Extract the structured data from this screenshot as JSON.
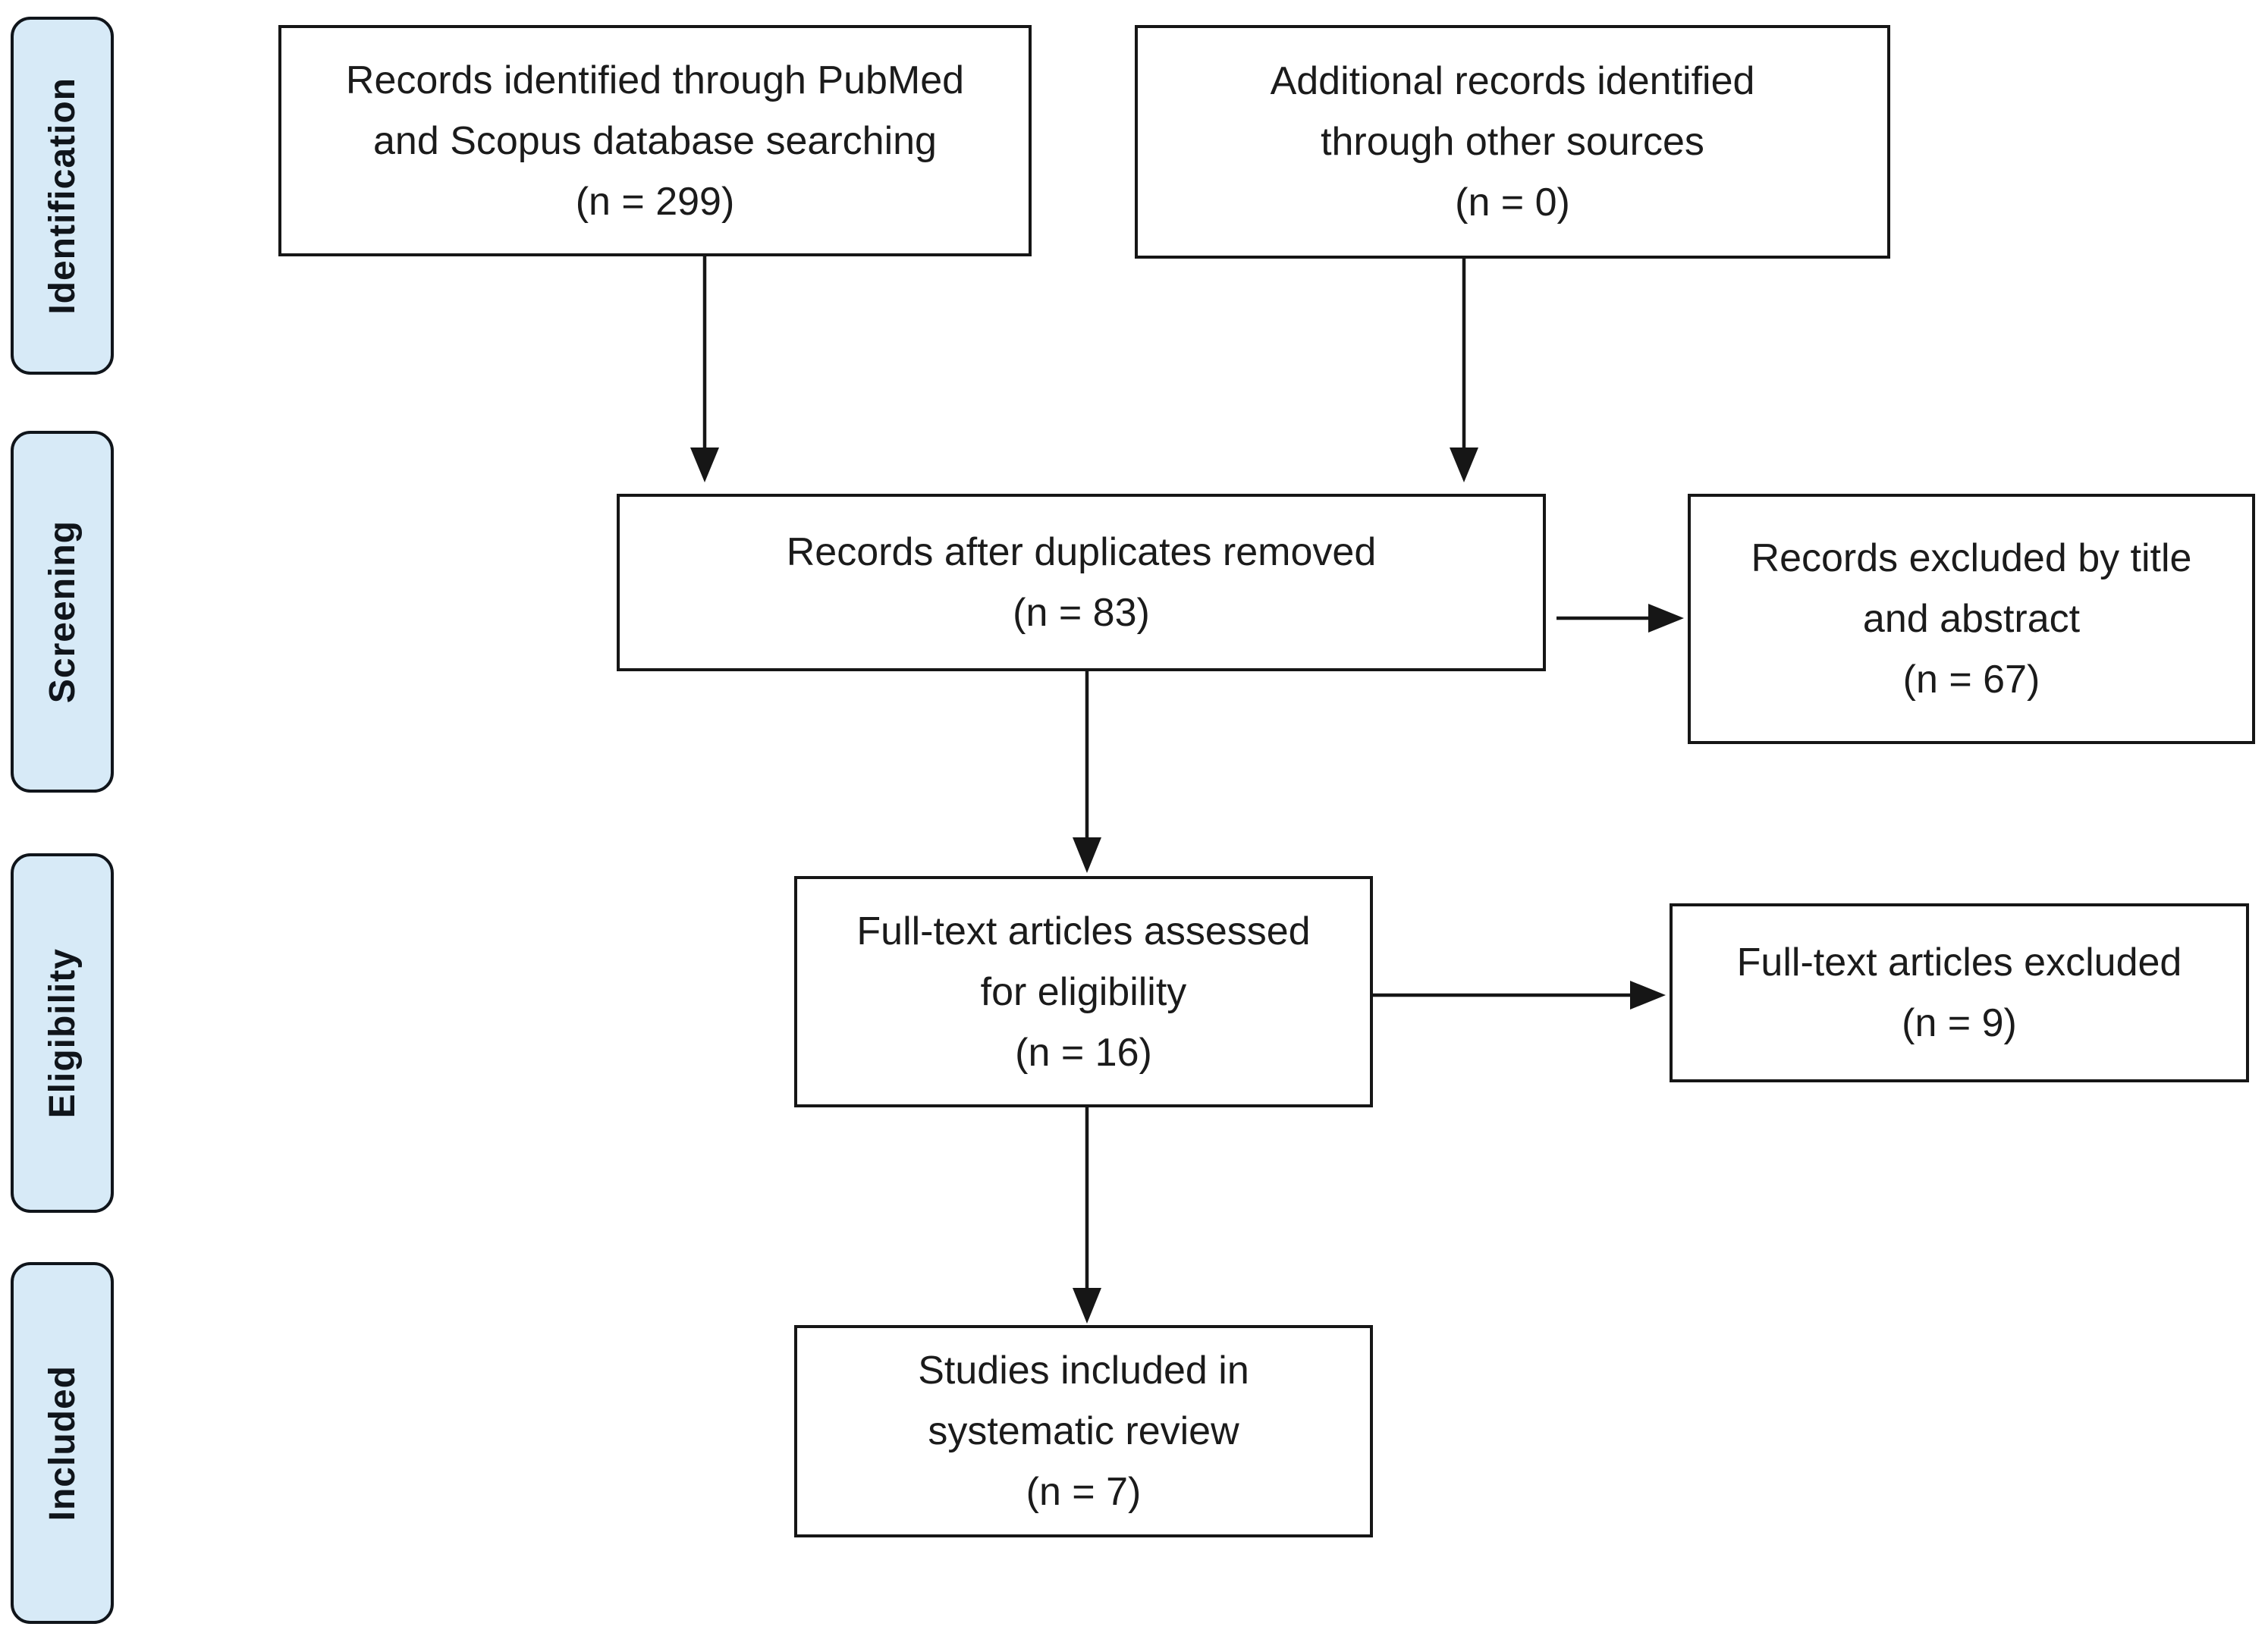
{
  "diagram": {
    "kind": "prisma-flow-diagram",
    "colors": {
      "background": "#ffffff",
      "stage_fill": "#d7eaf7",
      "stage_border": "#10151b",
      "box_fill": "#ffffff",
      "box_border": "#161616",
      "arrow": "#161616",
      "text": "#1b1b1b"
    },
    "stages": [
      {
        "id": "identification",
        "label": "Identification"
      },
      {
        "id": "screening",
        "label": "Screening"
      },
      {
        "id": "eligibility",
        "label": "Eligibility"
      },
      {
        "id": "included",
        "label": "Included"
      }
    ],
    "boxes": [
      {
        "id": "records-identified",
        "n": 299,
        "lines": [
          "Records identified through PubMed",
          "and Scopus database searching",
          "(n = 299)"
        ]
      },
      {
        "id": "additional-records",
        "n": 0,
        "lines": [
          "Additional records identified",
          "through other sources",
          "(n = 0)"
        ]
      },
      {
        "id": "duplicates-removed",
        "n": 83,
        "lines": [
          "Records after duplicates removed",
          "(n = 83)"
        ]
      },
      {
        "id": "records-excluded",
        "n": 67,
        "lines": [
          "Records excluded by title",
          "and abstract",
          "(n = 67)"
        ]
      },
      {
        "id": "fulltext-assessed",
        "n": 16,
        "lines": [
          "Full-text articles assessed",
          "for eligibility",
          "(n = 16)"
        ]
      },
      {
        "id": "fulltext-excluded",
        "n": 9,
        "lines": [
          "Full-text articles excluded",
          "(n = 9)"
        ]
      },
      {
        "id": "studies-included",
        "n": 7,
        "lines": [
          "Studies included in",
          "systematic review",
          "(n = 7)"
        ]
      }
    ]
  }
}
